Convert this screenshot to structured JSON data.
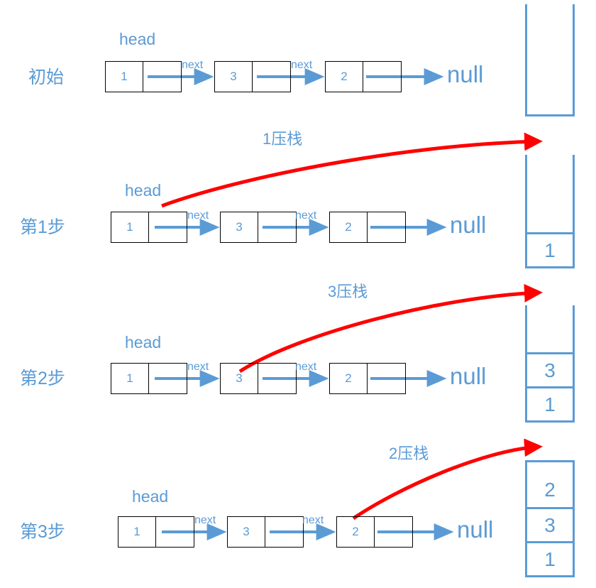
{
  "colors": {
    "accent_blue": "#5B9BD5",
    "arrow_red": "#FF0000",
    "node_border": "#000000",
    "background": "#FFFFFF"
  },
  "diagram": {
    "title_semantic": "linked-list-push-to-stack-steps",
    "head_label": "head",
    "next_label": "next",
    "null_label": "null"
  },
  "rows": [
    {
      "step_label": "初始",
      "nodes": [
        {
          "value": "1",
          "ptr": ""
        },
        {
          "value": "3",
          "ptr": ""
        },
        {
          "value": "2",
          "ptr": ""
        }
      ],
      "head_label": "head",
      "next_labels": [
        "next",
        "next"
      ],
      "null_label": "null",
      "push_label": "",
      "stack_items": []
    },
    {
      "step_label": "第1步",
      "nodes": [
        {
          "value": "1",
          "ptr": ""
        },
        {
          "value": "3",
          "ptr": ""
        },
        {
          "value": "2",
          "ptr": ""
        }
      ],
      "head_label": "head",
      "next_labels": [
        "next",
        "next"
      ],
      "null_label": "null",
      "push_label": "1压栈",
      "stack_items": [
        "1"
      ]
    },
    {
      "step_label": "第2步",
      "nodes": [
        {
          "value": "1",
          "ptr": ""
        },
        {
          "value": "3",
          "ptr": ""
        },
        {
          "value": "2",
          "ptr": ""
        }
      ],
      "head_label": "head",
      "next_labels": [
        "next",
        "next"
      ],
      "null_label": "null",
      "push_label": "3压栈",
      "stack_items": [
        "3",
        "1"
      ]
    },
    {
      "step_label": "第3步",
      "nodes": [
        {
          "value": "1",
          "ptr": ""
        },
        {
          "value": "3",
          "ptr": ""
        },
        {
          "value": "2",
          "ptr": ""
        }
      ],
      "head_label": "head",
      "next_labels": [
        "next",
        "next"
      ],
      "null_label": "null",
      "push_label": "2压栈",
      "stack_items": [
        "2",
        "3",
        "1"
      ]
    }
  ]
}
